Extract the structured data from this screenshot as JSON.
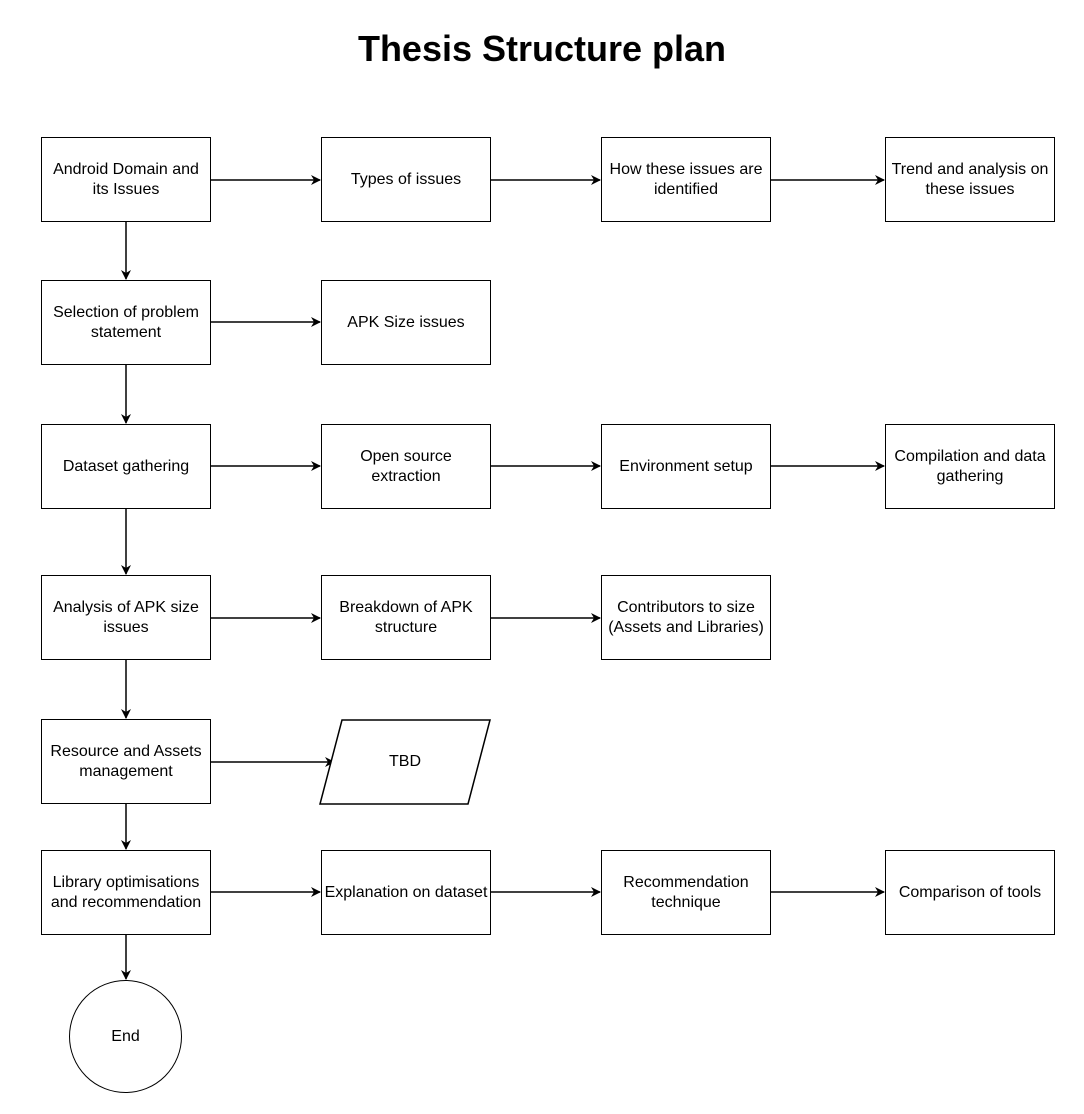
{
  "title": "Thesis Structure plan",
  "nodes": {
    "android_domain": "Android Domain and its Issues",
    "types_of_issues": "Types of issues",
    "how_identified": "How these issues are identified",
    "trend_analysis": "Trend and analysis on these issues",
    "selection_problem": "Selection of problem statement",
    "apk_size_issues": "APK Size issues",
    "dataset_gathering": "Dataset gathering",
    "open_source_extraction": "Open source extraction",
    "environment_setup": "Environment setup",
    "compilation_data": "Compilation and data gathering",
    "analysis_apk": "Analysis of APK size issues",
    "breakdown_apk": "Breakdown of APK structure",
    "contributors_size": "Contributors to size (Assets and Libraries)",
    "resource_assets": "Resource and Assets management",
    "tbd": "TBD",
    "library_opt": "Library optimisations and recommendation",
    "explanation_dataset": "Explanation on dataset",
    "recommendation_technique": "Recommendation technique",
    "comparison_tools": "Comparison of tools",
    "end": "End"
  },
  "colors": {
    "stroke": "#000000",
    "fill": "#ffffff",
    "text": "#000000"
  }
}
